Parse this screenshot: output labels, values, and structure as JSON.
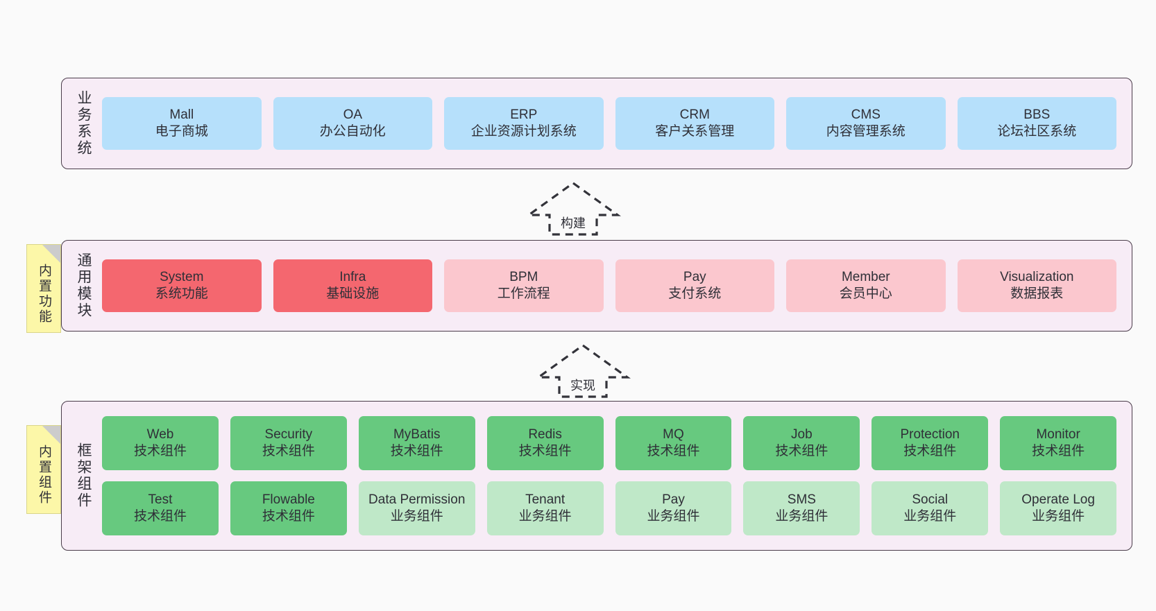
{
  "diagram": {
    "title": "",
    "colors": {
      "background": "#fafafa",
      "layer_fill": "#f7ecf6",
      "layer_border": "#4a3c4a",
      "blue": "#b6e0fb",
      "red": "#f4676f",
      "pink": "#fbc7ce",
      "green": "#67c97f",
      "light_green": "#bfe8c8",
      "note_yellow": "#fcf7a8",
      "note_fold": "#cccccc"
    }
  },
  "layers": {
    "business": {
      "label": "业务系统",
      "nodes": [
        {
          "en": "Mall",
          "cn": "电子商城",
          "color": "blue"
        },
        {
          "en": "OA",
          "cn": "办公自动化",
          "color": "blue"
        },
        {
          "en": "ERP",
          "cn": "企业资源计划系统",
          "color": "blue"
        },
        {
          "en": "CRM",
          "cn": "客户关系管理",
          "color": "blue"
        },
        {
          "en": "CMS",
          "cn": "内容管理系统",
          "color": "blue"
        },
        {
          "en": "BBS",
          "cn": "论坛社区系统",
          "color": "blue"
        }
      ]
    },
    "common": {
      "label": "通用模块",
      "note": "内置功能",
      "nodes": [
        {
          "en": "System",
          "cn": "系统功能",
          "color": "red"
        },
        {
          "en": "Infra",
          "cn": "基础设施",
          "color": "red"
        },
        {
          "en": "BPM",
          "cn": "工作流程",
          "color": "pink"
        },
        {
          "en": "Pay",
          "cn": "支付系统",
          "color": "pink"
        },
        {
          "en": "Member",
          "cn": "会员中心",
          "color": "pink"
        },
        {
          "en": "Visualization",
          "cn": "数据报表",
          "color": "pink"
        }
      ]
    },
    "framework": {
      "label": "框架组件",
      "note": "内置组件",
      "row1": [
        {
          "en": "Web",
          "cn": "技术组件",
          "color": "green"
        },
        {
          "en": "Security",
          "cn": "技术组件",
          "color": "green"
        },
        {
          "en": "MyBatis",
          "cn": "技术组件",
          "color": "green"
        },
        {
          "en": "Redis",
          "cn": "技术组件",
          "color": "green"
        },
        {
          "en": "MQ",
          "cn": "技术组件",
          "color": "green"
        },
        {
          "en": "Job",
          "cn": "技术组件",
          "color": "green"
        },
        {
          "en": "Protection",
          "cn": "技术组件",
          "color": "green"
        },
        {
          "en": "Monitor",
          "cn": "技术组件",
          "color": "green"
        }
      ],
      "row2": [
        {
          "en": "Test",
          "cn": "技术组件",
          "color": "green"
        },
        {
          "en": "Flowable",
          "cn": "技术组件",
          "color": "green"
        },
        {
          "en": "Data Permission",
          "cn": "业务组件",
          "color": "lgreen"
        },
        {
          "en": "Tenant",
          "cn": "业务组件",
          "color": "lgreen"
        },
        {
          "en": "Pay",
          "cn": "业务组件",
          "color": "lgreen"
        },
        {
          "en": "SMS",
          "cn": "业务组件",
          "color": "lgreen"
        },
        {
          "en": "Social",
          "cn": "业务组件",
          "color": "lgreen"
        },
        {
          "en": "Operate Log",
          "cn": "业务组件",
          "color": "lgreen"
        }
      ]
    }
  },
  "connectors": [
    {
      "label": "构建"
    },
    {
      "label": "实现"
    }
  ]
}
